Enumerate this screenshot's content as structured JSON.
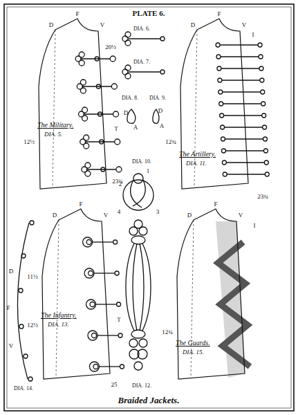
{
  "diagram": {
    "title": "PLATE 6.",
    "caption": "Braided Jackets.",
    "nodes": [
      {
        "text": [
          "The Military.",
          "DIA. 5."
        ]
      },
      {
        "text": [
          "The Artillery.",
          "DIA. 11."
        ]
      },
      {
        "text": [
          "The Infantry.",
          "DIA. 13."
        ]
      },
      {
        "text": [
          "The Guards.",
          "DIA. 15."
        ]
      }
    ],
    "labels": [
      "DIA. 6.",
      "DIA. 7.",
      "DIA. 8.",
      "DIA. 9.",
      "D",
      "A",
      "D",
      "A",
      "DIA. 10.",
      "1",
      "2",
      "3",
      "4",
      "DIA. 12.",
      "DIA. 14.",
      "D",
      "F",
      "V",
      "D",
      "F",
      "V",
      "12½",
      "20½",
      "T",
      "23¾",
      "D",
      "F",
      "V",
      "I",
      "12¾",
      "23¾",
      "D",
      "F",
      "V",
      "11½",
      "12½",
      "T",
      "25",
      "D",
      "F",
      "V",
      "I",
      "12¾"
    ]
  }
}
